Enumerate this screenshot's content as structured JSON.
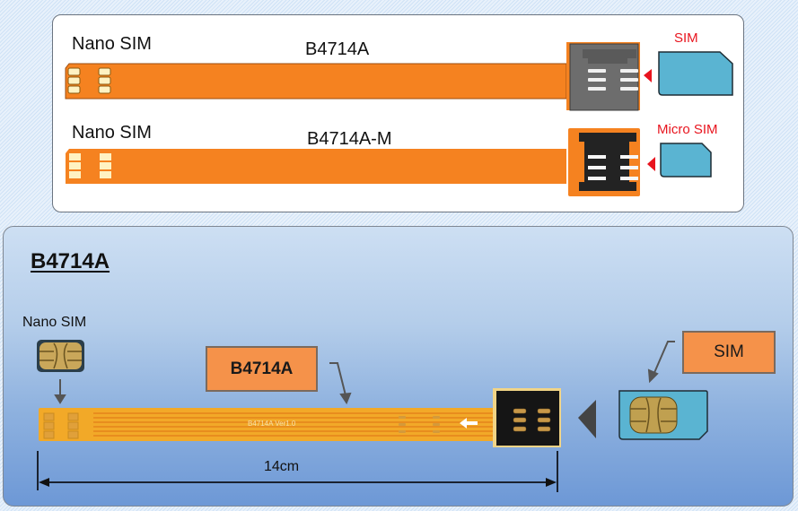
{
  "top_panel": {
    "row1": {
      "left_label": "Nano SIM",
      "model_label": "B4714A",
      "target_label": "SIM",
      "target_label_color": "#e8141e"
    },
    "row2": {
      "left_label": "Nano SIM",
      "model_label": "B4714A-M",
      "target_label": "Micro SIM",
      "target_label_color": "#e8141e"
    }
  },
  "bottom_panel": {
    "heading": "B4714A",
    "nano_label": "Nano SIM",
    "cable_callout": "B4714A",
    "sim_callout": "SIM",
    "pcb_print": "B4714A   Ver1.0",
    "length_label": "14cm"
  },
  "colors": {
    "flex_orange": "#f58220",
    "pcb_amber": "#f2a928",
    "sim_blue": "#5ab4d2",
    "callout_orange": "#f5924a"
  }
}
